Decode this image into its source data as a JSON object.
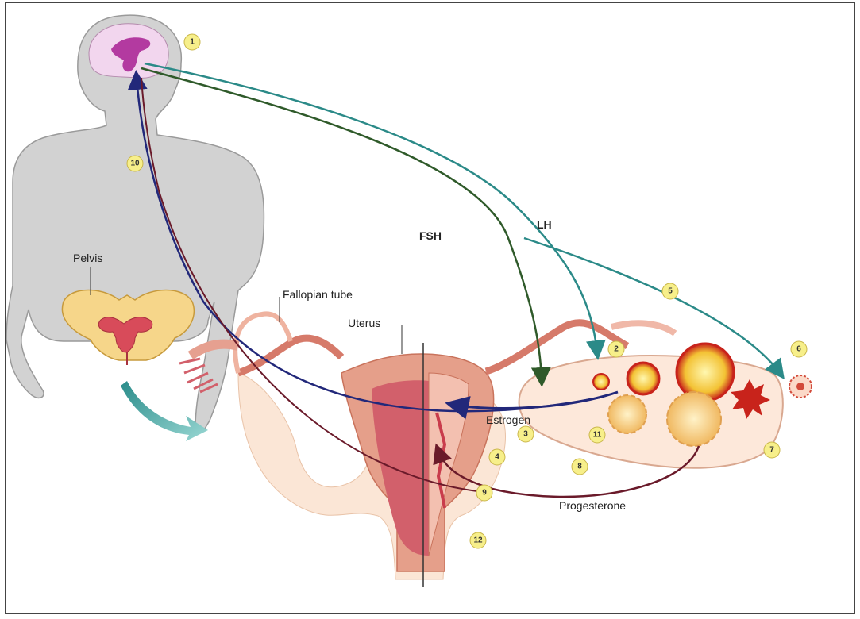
{
  "labels": {
    "pelvis": "Pelvis",
    "fallopian_tube": "Fallopian tube",
    "uterus": "Uterus",
    "fsh": "FSH",
    "lh": "LH",
    "estrogen": "Estrogen",
    "progesterone": "Progesterone"
  },
  "markers": [
    "1",
    "2",
    "3",
    "4",
    "5",
    "6",
    "7",
    "8",
    "9",
    "10",
    "11",
    "12"
  ],
  "colors": {
    "body": "#d2d2d2",
    "body_outline": "#9a9a9a",
    "brain": "#b33aa0",
    "fsh_arrow": "#2f5a2a",
    "lh_arrow": "#2b8a88",
    "estrogen_arrow": "#22287a",
    "progesterone_arrow": "#6a1a2a",
    "uterus": "#e3a08e",
    "uterus_inner": "#c94a5a",
    "marker_fill": "#f7ef8a"
  }
}
